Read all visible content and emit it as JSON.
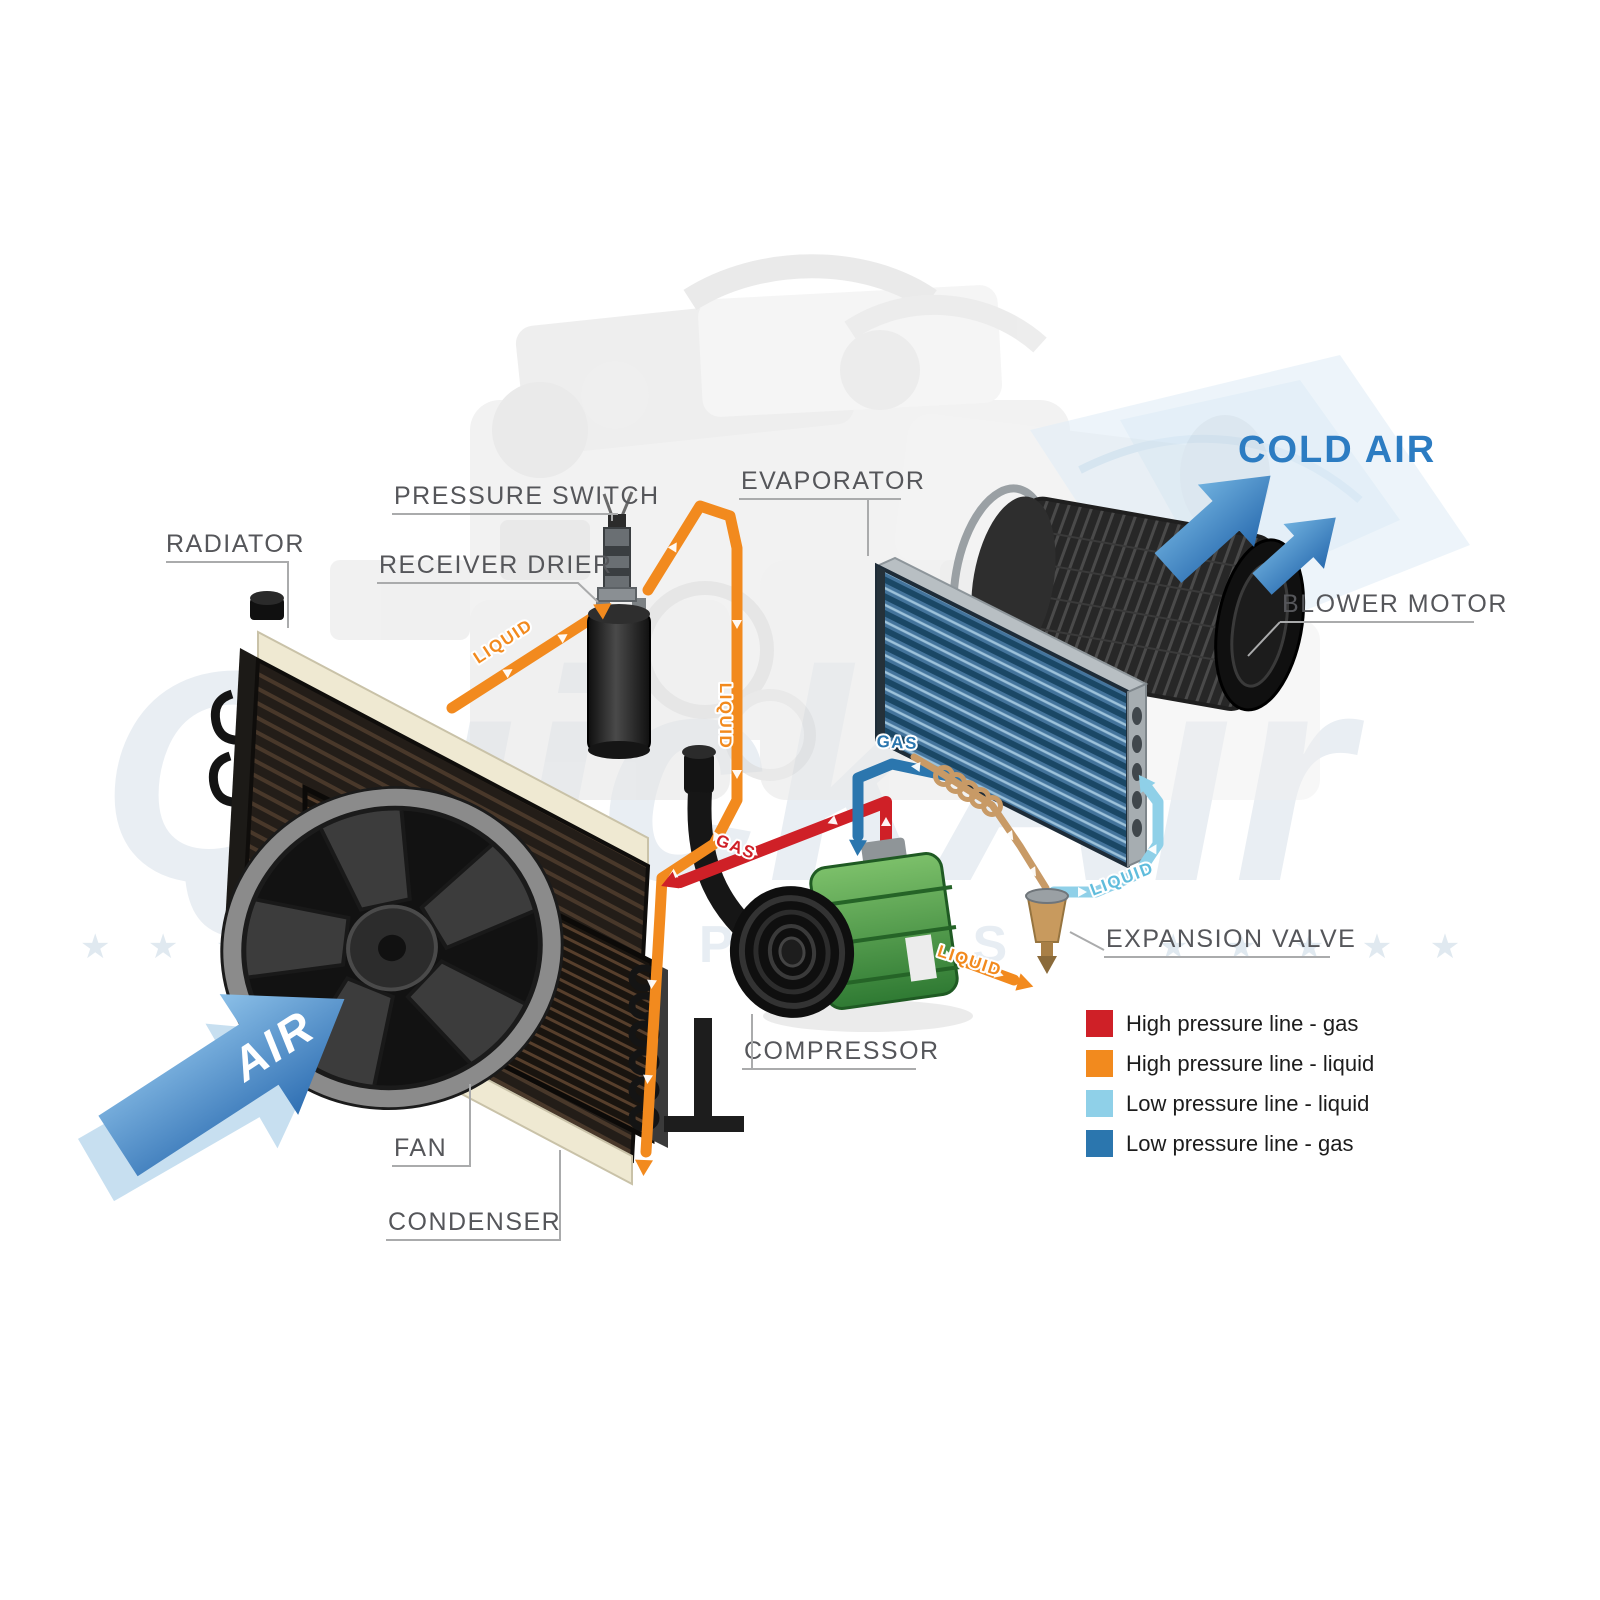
{
  "labels": {
    "radiator": "RADIATOR",
    "pressure_switch": "PRESSURE SWITCH",
    "receiver_drier": "RECEIVER DRIER",
    "evaporator": "EVAPORATOR",
    "blower_motor": "BLOWER MOTOR",
    "cold_air": "COLD AIR",
    "expansion_valve": "EXPANSION VALVE",
    "compressor": "COMPRESSOR",
    "fan": "FAN",
    "condenser": "CONDENSER",
    "air": "AIR"
  },
  "flow": {
    "liquid": "LIQUID",
    "gas": "GAS"
  },
  "legend": {
    "items": [
      {
        "color": "#cf2027",
        "label": "High pressure line - gas"
      },
      {
        "color": "#f28a1e",
        "label": "High pressure line - liquid"
      },
      {
        "color": "#8fd0e8",
        "label": "Low pressure line - liquid"
      },
      {
        "color": "#2b76ae",
        "label": "Low pressure line -  gas"
      }
    ]
  },
  "watermark": {
    "brand": "QuickAir",
    "stars": "★ ★ ★ ★ ★",
    "sub": "AUTO PARTS"
  }
}
